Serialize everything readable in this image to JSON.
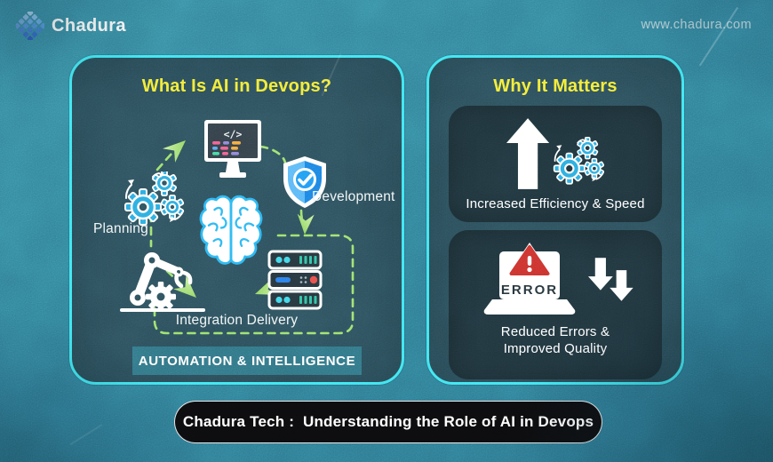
{
  "header": {
    "brand": "Chadura",
    "website": "www.chadura.com"
  },
  "left_panel": {
    "title": "What Is AI in Devops?",
    "labels": {
      "planning": "Planning",
      "development": "Development",
      "integration": "Integration Delivery"
    },
    "banner": "AUTOMATION & INTELLIGENCE",
    "monitor_code_symbol": "</>"
  },
  "right_panel": {
    "title": "Why It Matters",
    "card1": {
      "icon": "up-arrow-gears-icon",
      "label": "Increased Efficiency & Speed"
    },
    "card2": {
      "icon": "error-laptop-down-arrows-icon",
      "error_text": "ERROR",
      "label_line1": "Reduced Errors &",
      "label_line2": "Improved Quality"
    }
  },
  "footer": {
    "banner": "Chadura Tech :  Understanding the Role of AI in Devops"
  },
  "icons": [
    "chadura-diamond-logo",
    "code-monitor-icon",
    "shield-check-icon",
    "gears-icon",
    "ai-brain-icon",
    "robot-arm-icon",
    "server-stack-icon",
    "up-arrow-icon",
    "error-laptop-icon",
    "down-arrows-icon"
  ],
  "colors": {
    "background": "#33809a",
    "panel_bg": "#2d4e5a",
    "panel_border": "#3ce4f0",
    "title_yellow": "#f2ea35",
    "card_bg": "#20343c",
    "dashed_green": "#97e069",
    "banner_bg": "#30707f",
    "pill_bg": "#0c0c0e",
    "gear_blue": "#2aa7de",
    "brain_blue": "#2ab2f2",
    "error_red": "#c8312d"
  }
}
